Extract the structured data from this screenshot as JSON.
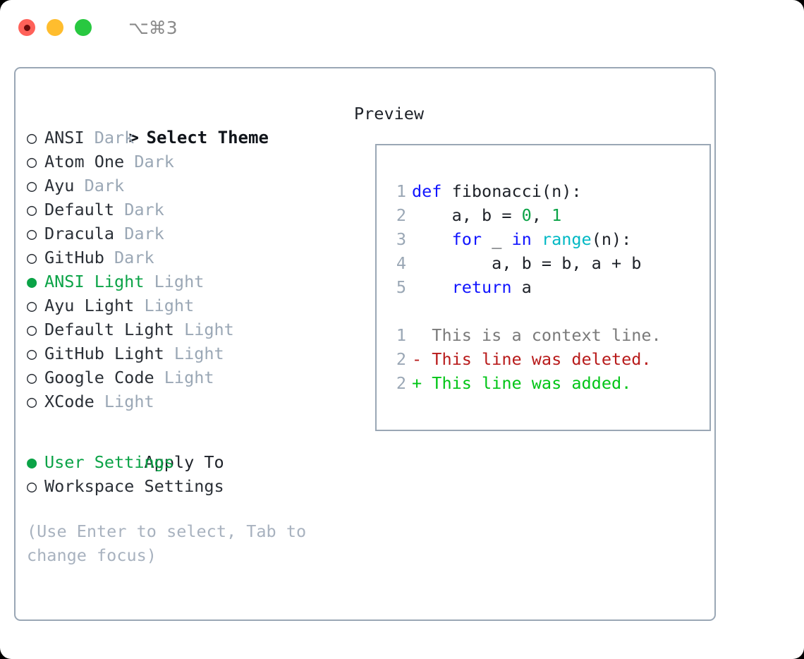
{
  "titlebar": {
    "lights": [
      {
        "name": "close",
        "color": "#ff6159"
      },
      {
        "name": "minimize",
        "color": "#ffbd2e"
      },
      {
        "name": "maximize",
        "color": "#28c840"
      }
    ],
    "shortcut": "⌥⌘3"
  },
  "theme_picker": {
    "heading": "Select Theme",
    "heading_marker": ">",
    "marker_unselected": "○",
    "marker_selected": "●",
    "items": [
      {
        "name": "ANSI",
        "variant": "Dark",
        "selected": false
      },
      {
        "name": "Atom One",
        "variant": "Dark",
        "selected": false
      },
      {
        "name": "Ayu",
        "variant": "Dark",
        "selected": false
      },
      {
        "name": "Default",
        "variant": "Dark",
        "selected": false
      },
      {
        "name": "Dracula",
        "variant": "Dark",
        "selected": false
      },
      {
        "name": "GitHub",
        "variant": "Dark",
        "selected": false
      },
      {
        "name": "ANSI Light",
        "variant": "Light",
        "selected": true
      },
      {
        "name": "Ayu Light",
        "variant": "Light",
        "selected": false
      },
      {
        "name": "Default Light",
        "variant": "Light",
        "selected": false
      },
      {
        "name": "GitHub Light",
        "variant": "Light",
        "selected": false
      },
      {
        "name": "Google Code",
        "variant": "Light",
        "selected": false
      },
      {
        "name": "XCode",
        "variant": "Light",
        "selected": false
      }
    ]
  },
  "apply_to": {
    "heading": "Apply To",
    "options": [
      {
        "label": "User Settings",
        "selected": true
      },
      {
        "label": "Workspace Settings",
        "selected": false
      }
    ]
  },
  "hint": "(Use Enter to select, Tab to change focus)",
  "preview": {
    "title": "Preview",
    "code_lines": [
      {
        "no": "1",
        "tokens": [
          {
            "t": "def",
            "c": "kw"
          },
          {
            "t": " fibonacci(n):",
            "c": "id"
          }
        ]
      },
      {
        "no": "2",
        "tokens": [
          {
            "t": "    a, b = ",
            "c": "id"
          },
          {
            "t": "0",
            "c": "num"
          },
          {
            "t": ", ",
            "c": "id"
          },
          {
            "t": "1",
            "c": "num"
          }
        ]
      },
      {
        "no": "3",
        "tokens": [
          {
            "t": "    ",
            "c": "id"
          },
          {
            "t": "for",
            "c": "kw"
          },
          {
            "t": " _ ",
            "c": "id"
          },
          {
            "t": "in",
            "c": "kw"
          },
          {
            "t": " ",
            "c": "id"
          },
          {
            "t": "range",
            "c": "bi"
          },
          {
            "t": "(n):",
            "c": "id"
          }
        ]
      },
      {
        "no": "4",
        "tokens": [
          {
            "t": "        a, b = b, a + b",
            "c": "id"
          }
        ]
      },
      {
        "no": "5",
        "tokens": [
          {
            "t": "    ",
            "c": "id"
          },
          {
            "t": "return",
            "c": "kw"
          },
          {
            "t": " a",
            "c": "id"
          }
        ]
      }
    ],
    "diff_lines": [
      {
        "no": "1",
        "text": "  This is a context line.",
        "kind": "diff-ctx"
      },
      {
        "no": "2",
        "text": "- This line was deleted.",
        "kind": "diff-del"
      },
      {
        "no": "2",
        "text": "+ This line was added.",
        "kind": "diff-add"
      }
    ]
  },
  "colors": {
    "accent_green": "#0ba347",
    "border": "#9aa7b5",
    "muted": "#9aa7b5",
    "hint": "#a8b2bf",
    "keyword": "#1014ff",
    "builtin": "#00b8c4",
    "number": "#0ba347",
    "diff_delete": "#b81b1b",
    "diff_add": "#00c516"
  }
}
